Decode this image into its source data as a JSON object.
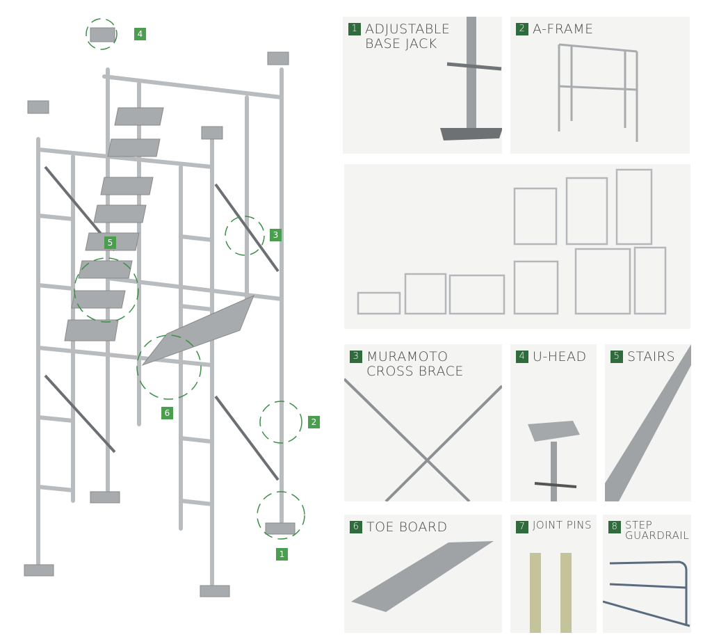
{
  "callouts": [
    "1",
    "2",
    "3",
    "4",
    "5",
    "6"
  ],
  "panels": [
    {
      "num": "1",
      "label": "ADJUSTABLE\nBASE JACK"
    },
    {
      "num": "2",
      "label": "A-FRAME"
    },
    {
      "num": "3",
      "label": "MURAMOTO\nCROSS BRACE"
    },
    {
      "num": "4",
      "label": "U-HEAD"
    },
    {
      "num": "5",
      "label": "STAIRS"
    },
    {
      "num": "6",
      "label": "TOE BOARD"
    },
    {
      "num": "7",
      "label": "JOINT PINS"
    },
    {
      "num": "8",
      "label": "STEP\nGUARDRAIL"
    }
  ],
  "colors": {
    "badge": "#2f6b3c",
    "callout": "#4a9f4f",
    "panel": "#f4f4f2"
  }
}
